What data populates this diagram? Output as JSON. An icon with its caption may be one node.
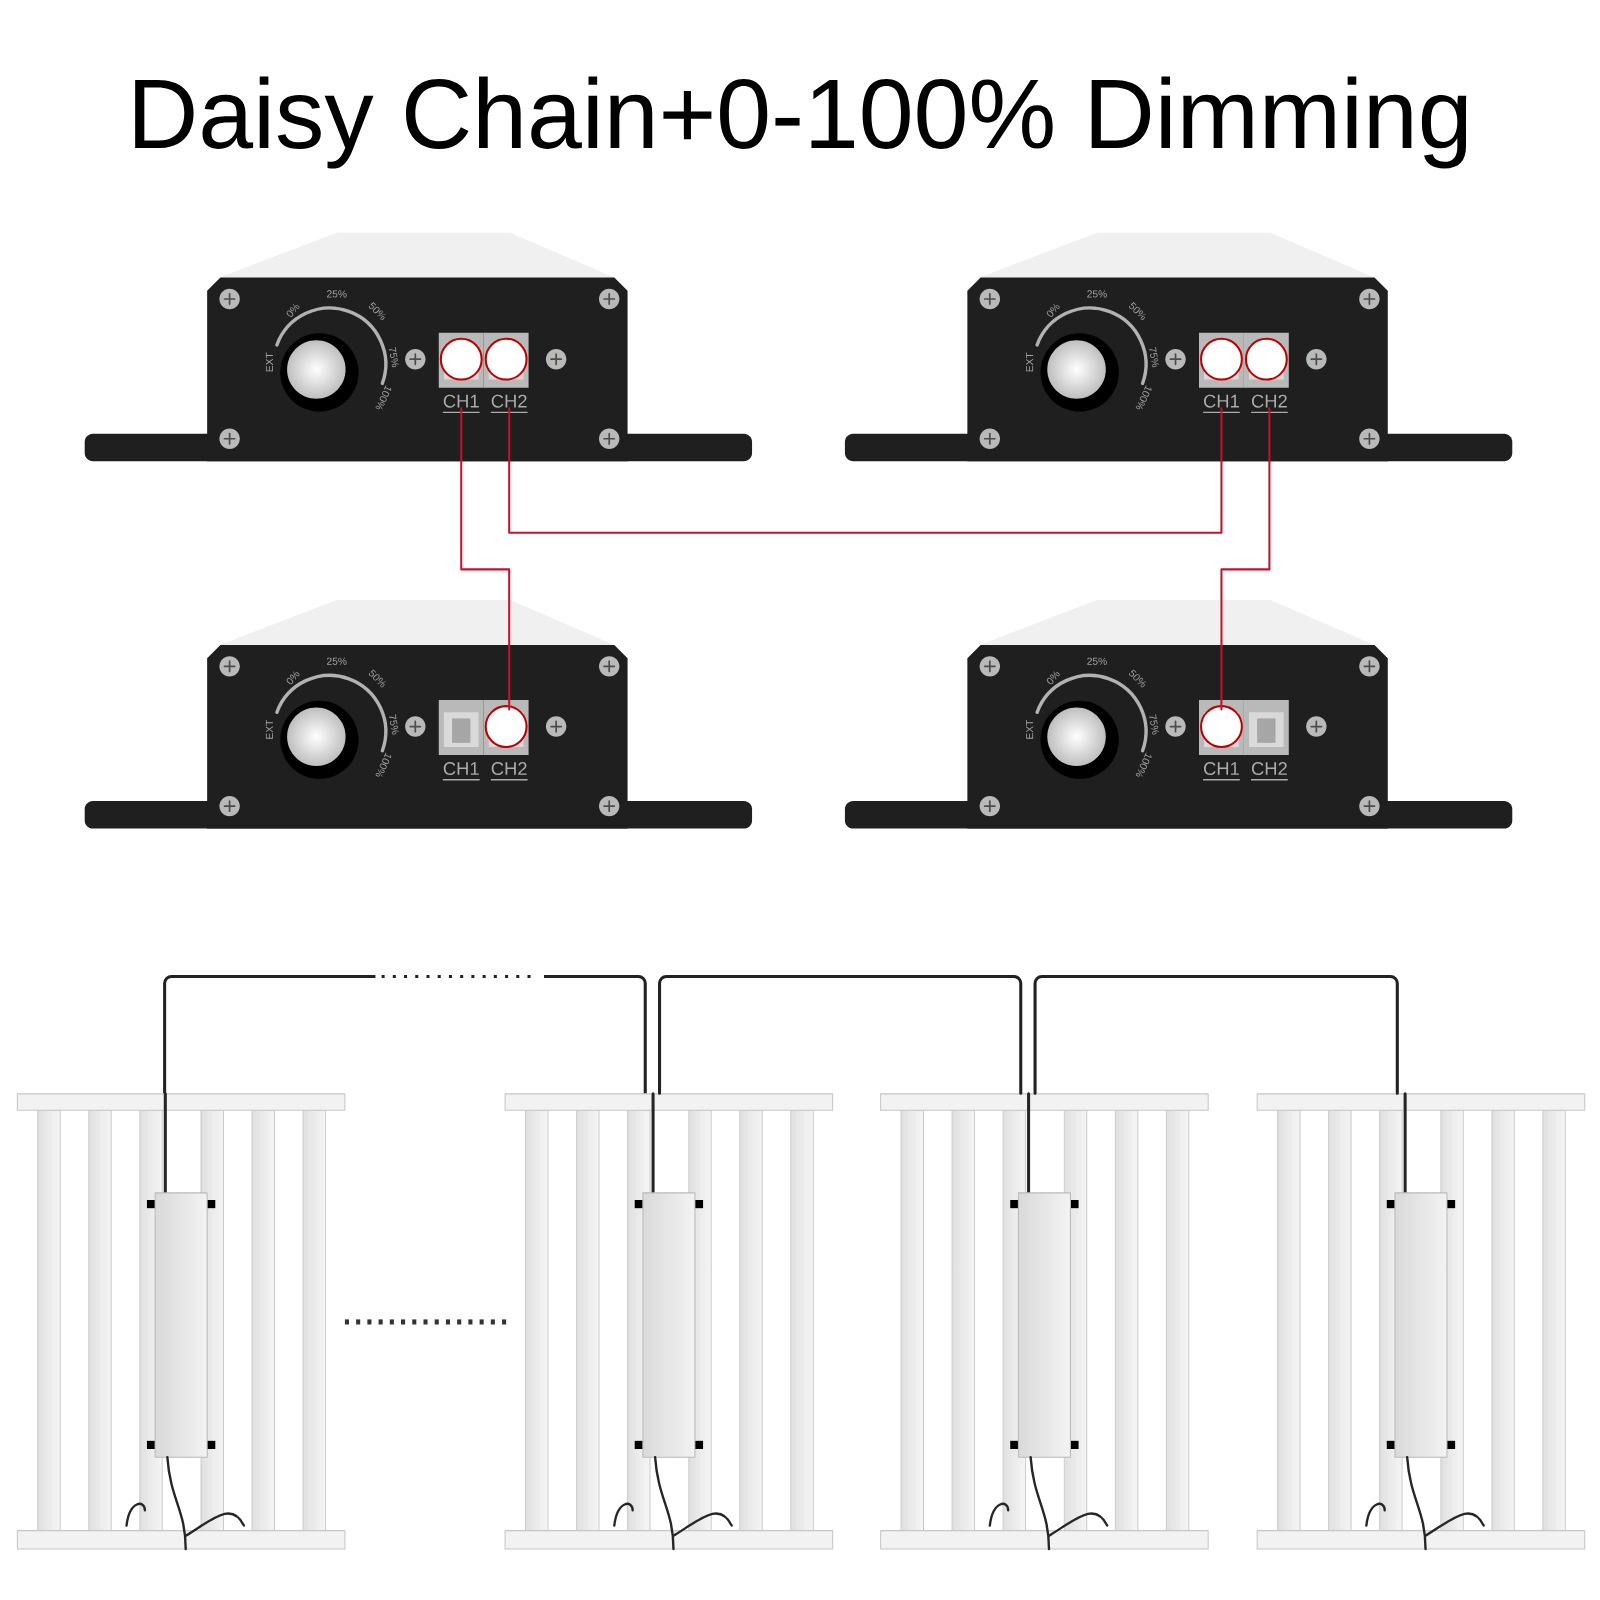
{
  "diagram": {
    "title": "Daisy Chain+0-100% Dimming",
    "nodes": [
      {
        "text": [
          "EXT",
          "0%",
          "25%",
          "50%",
          "75%",
          "100%"
        ]
      },
      {
        "text": [
          "CH1"
        ],
        "in": 0
      },
      {
        "text": [
          "CH2"
        ],
        "in": 0
      },
      {
        "text": [
          "EXT",
          "0%",
          "25%",
          "50%",
          "75%",
          "100%"
        ]
      },
      {
        "text": [
          "CH1"
        ],
        "in": 3
      },
      {
        "text": [
          "CH2"
        ],
        "in": 3
      },
      {
        "text": [
          "EXT",
          "0%",
          "25%",
          "50%",
          "75%",
          "100%"
        ]
      },
      {
        "text": [
          "CH1"
        ],
        "in": 6
      },
      {
        "text": [
          "CH2"
        ],
        "in": 6
      },
      {
        "text": [
          "EXT",
          "0%",
          "25%",
          "50%",
          "75%",
          "100%"
        ]
      },
      {
        "text": [
          "CH1"
        ],
        "in": 9
      },
      {
        "text": [
          "CH2"
        ],
        "in": 9
      },
      {
        "text": [],
        "shape": "picture"
      },
      {
        "text": [],
        "shape": "picture"
      },
      {
        "text": [],
        "shape": "picture"
      },
      {
        "text": [],
        "shape": "picture"
      }
    ],
    "edges": [
      {
        "from": 1,
        "to": 8,
        "arrow": "none",
        "color": "#c8102e"
      },
      {
        "from": 2,
        "to": 4,
        "arrow": "none",
        "color": "#c8102e"
      },
      {
        "from": 5,
        "to": 10,
        "arrow": "none",
        "color": "#c8102e"
      },
      {
        "from": 12,
        "to": 13,
        "arrow": "none",
        "style": "dashed",
        "color": "#222222"
      },
      {
        "from": 13,
        "to": 14,
        "arrow": "none",
        "color": "#222222"
      },
      {
        "from": 14,
        "to": 15,
        "arrow": "none",
        "color": "#222222"
      }
    ]
  }
}
